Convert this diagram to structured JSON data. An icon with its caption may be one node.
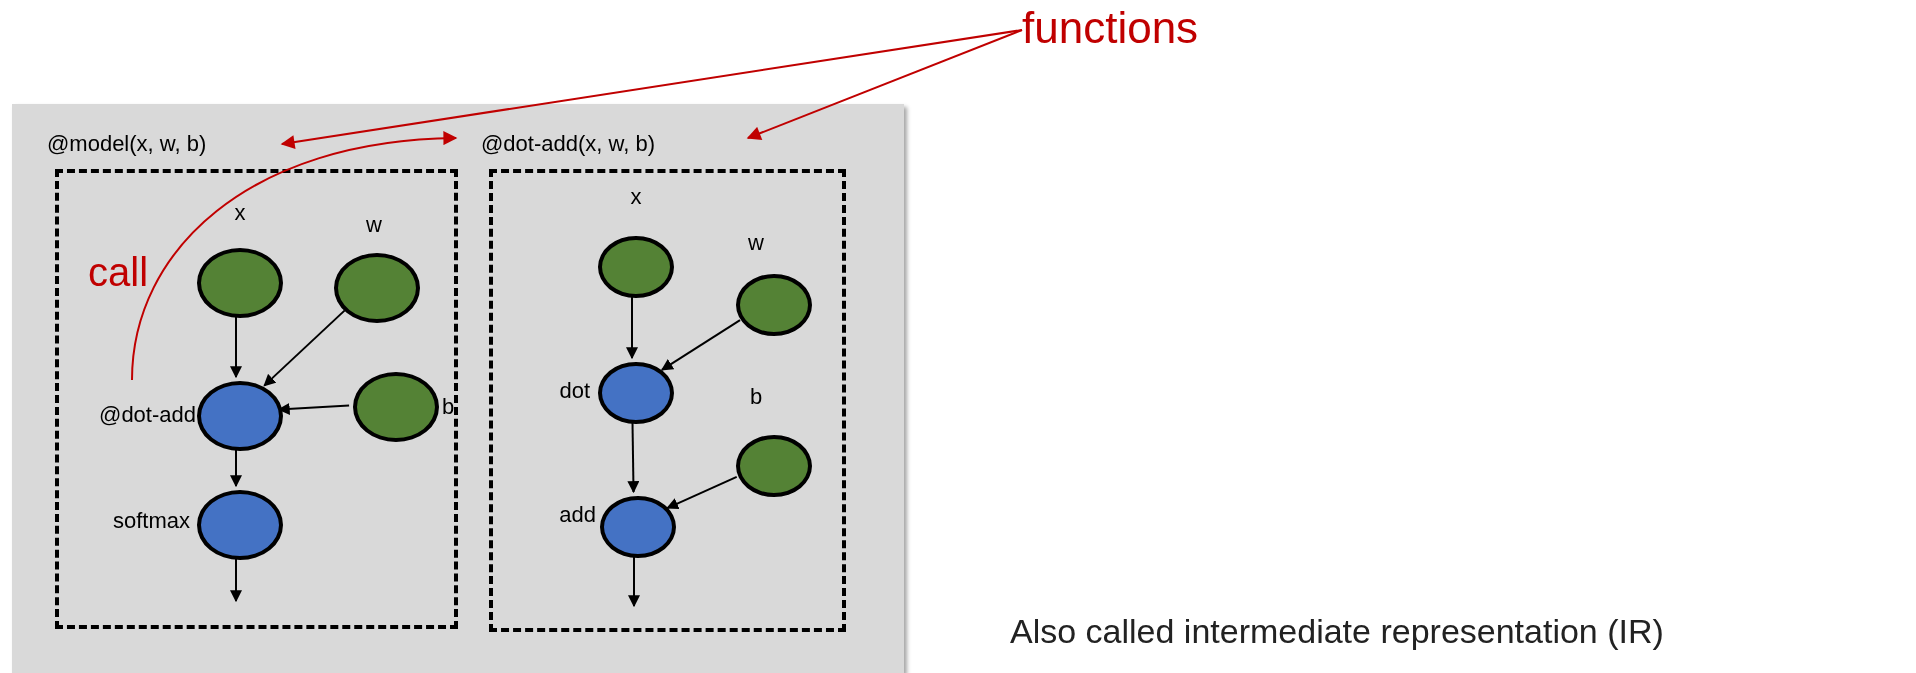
{
  "diagram": {
    "nodes": [
      {
        "text": [
          "functions"
        ]
      },
      {
        "text": [],
        "shape": "box"
      },
      {
        "text": [
          "@model(x, w, b)"
        ],
        "in": 1
      },
      {
        "text": [],
        "shape": "circle",
        "beside": [
          "x"
        ],
        "in": 2
      },
      {
        "text": [],
        "shape": "circle",
        "beside": [
          "w"
        ],
        "in": 2
      },
      {
        "text": [],
        "shape": "circle",
        "beside": [
          "@dot-add"
        ],
        "in": 2
      },
      {
        "text": [],
        "shape": "circle",
        "beside": [
          "b"
        ],
        "in": 2
      },
      {
        "text": [],
        "shape": "circle",
        "beside": [
          "softmax"
        ],
        "in": 2
      },
      {
        "text": [
          "@dot-add(x, w, b)"
        ],
        "in": 1
      },
      {
        "text": [],
        "shape": "circle",
        "beside": [
          "x"
        ],
        "in": 8
      },
      {
        "text": [],
        "shape": "circle",
        "beside": [
          "w"
        ],
        "in": 8
      },
      {
        "text": [],
        "shape": "circle",
        "beside": [
          "dot"
        ],
        "in": 8
      },
      {
        "text": [],
        "shape": "circle",
        "beside": [
          "b"
        ],
        "in": 8
      },
      {
        "text": [],
        "shape": "circle",
        "beside": [
          "add"
        ],
        "in": 8
      }
    ],
    "edges": [
      {
        "from": 0,
        "to": 2,
        "arrow": "to",
        "color": "#c00000"
      },
      {
        "from": 0,
        "to": 8,
        "arrow": "to",
        "color": "#c00000"
      },
      {
        "from": 5,
        "to": 8,
        "arrow": "to",
        "label": "call",
        "color": "#c00000"
      },
      {
        "from": 3,
        "to": 5,
        "arrow": "to"
      },
      {
        "from": 4,
        "to": 5,
        "arrow": "to"
      },
      {
        "from": 6,
        "to": 5,
        "arrow": "to"
      },
      {
        "from": 5,
        "to": 7,
        "arrow": "to"
      },
      {
        "from": 7,
        "to": null,
        "arrow": "to"
      },
      {
        "from": 9,
        "to": 11,
        "arrow": "to"
      },
      {
        "from": 10,
        "to": 11,
        "arrow": "to"
      },
      {
        "from": 11,
        "to": 13,
        "arrow": "to"
      },
      {
        "from": 12,
        "to": 13,
        "arrow": "to"
      },
      {
        "from": 13,
        "to": null,
        "arrow": "to"
      }
    ],
    "labels": [
      "Also called intermediate representation (IR)"
    ]
  }
}
